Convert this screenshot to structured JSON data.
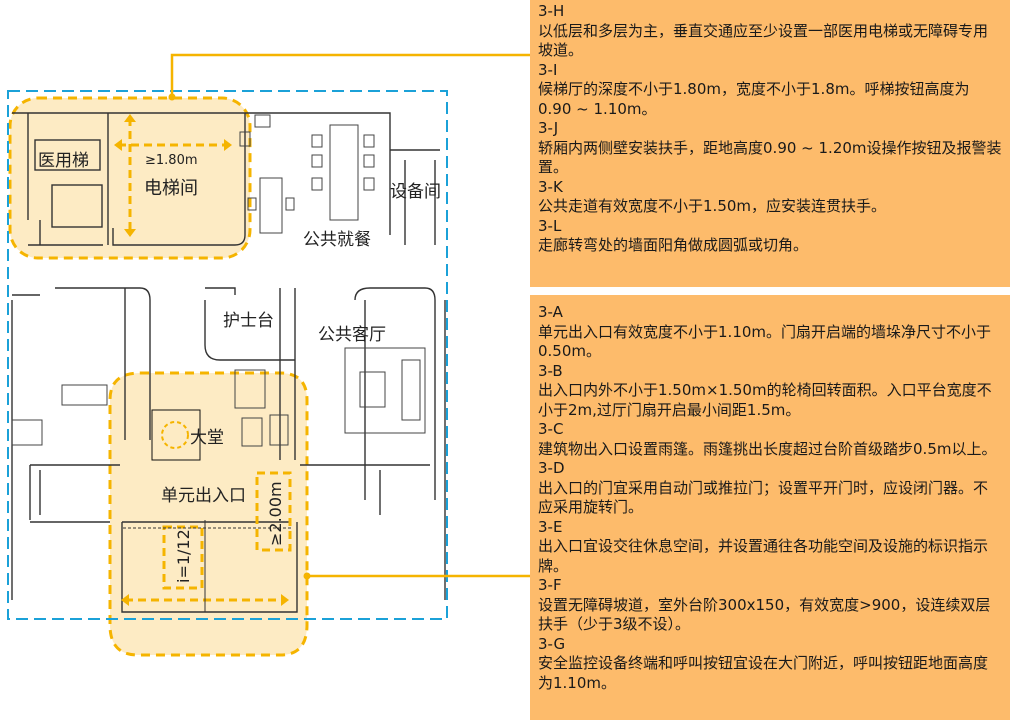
{
  "plan": {
    "labels": {
      "medical_elevator": "医用梯",
      "elevator_hall": "电梯间",
      "hall_width": "≥1.80m",
      "public_dining": "公共就餐",
      "equipment_room": "设备间",
      "nurse_station": "护士台",
      "public_lounge": "公共客厅",
      "lobby": "大堂",
      "unit_entrance": "单元出入口",
      "platform_depth": "≥2.00m",
      "ramp_slope": "i=1/12"
    }
  },
  "notes_top": [
    {
      "code": "3-H",
      "text": "以低层和多层为主，垂直交通应至少设置一部医用电梯或无障碍专用坡道。"
    },
    {
      "code": "3-I",
      "text": "候梯厅的深度不小于1.80m，宽度不小于1.8m。呼梯按钮高度为0.90 ~ 1.10m。"
    },
    {
      "code": "3-J",
      "text": "轿厢内两侧壁安装扶手，距地高度0.90 ~ 1.20m设操作按钮及报警装置。"
    },
    {
      "code": "3-K",
      "text": "公共走道有效宽度不小于1.50m，应安装连贯扶手。"
    },
    {
      "code": "3-L",
      "text": "走廊转弯处的墙面阳角做成圆弧或切角。"
    }
  ],
  "notes_bottom": [
    {
      "code": "3-A",
      "text": "单元出入口有效宽度不小于1.10m。门扇开启端的墙垛净尺寸不小于0.50m。"
    },
    {
      "code": "3-B",
      "text": "出入口内外不小于1.50m×1.50m的轮椅回转面积。入口平台宽度不小于2m,过厅门扇开启最小间距1.5m。"
    },
    {
      "code": "3-C",
      "text": "建筑物出入口设置雨篷。雨篷挑出长度超过台阶首级踏步0.5m以上。"
    },
    {
      "code": "3-D",
      "text": "出入口的门宜采用自动门或推拉门；设置平开门时，应设闭门器。不应采用旋转门。"
    },
    {
      "code": "3-E",
      "text": "出入口宜设交往休息空间，并设置通往各功能空间及设施的标识指示牌。"
    },
    {
      "code": "3-F",
      "text": "设置无障碍坡道，室外台阶300x150，有效宽度>900，设连续双层扶手（少于3级不设）。"
    },
    {
      "code": "3-G",
      "text": "安全监控设备终端和呼叫按钮宜设在大门附近，呼叫按钮距地面高度为1.10m。"
    }
  ],
  "colors": {
    "panel": "#FDBB6B",
    "highlight": "#FDEBC4",
    "dash": "#F5B400",
    "boundary": "#1BA1D8",
    "wall": "#333333"
  }
}
